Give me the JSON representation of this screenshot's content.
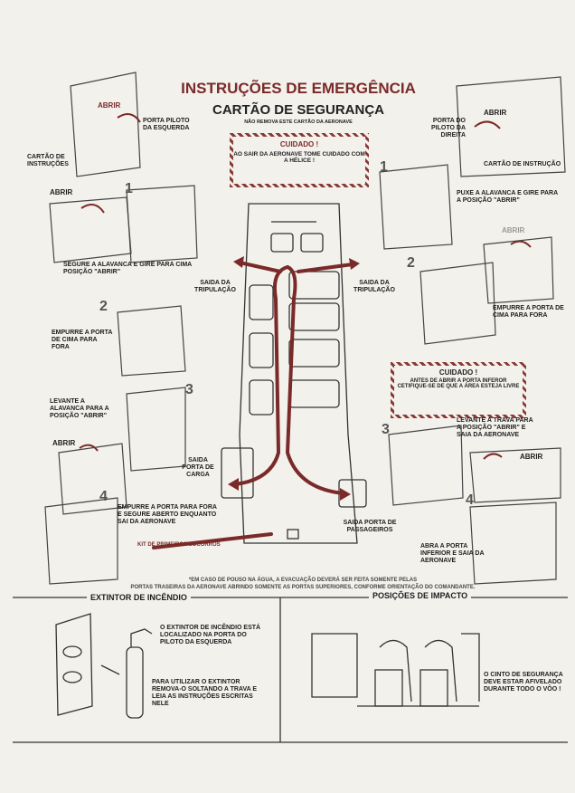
{
  "title": "INSTRUÇÕES DE EMERGÊNCIA",
  "subtitle": "CARTÃO DE SEGURANÇA",
  "note_top": "NÃO REMOVA ESTE CARTÃO DA AERONAVE",
  "caution1": {
    "title": "CUIDADO !",
    "text": "AO SAIR DA AERONAVE TOME CUIDADO COM A HÉLICE !"
  },
  "caution2": {
    "title": "CUIDADO !",
    "text": "ANTES DE ABRIR A PORTA INFEROR CETIFIQUE-SE DE QUE A ÁREA ESTEJA LIVRE"
  },
  "left": {
    "abrir1": "ABRIR",
    "porta_piloto": "PORTA PILOTO DA ESQUERDA",
    "cartao": "CARTÃO DE INSTRUÇÕES",
    "abrir2": "ABRIR",
    "step1": "SEGURE A ALAVANCA E GIRE PARA CIMA POSIÇÃO \"ABRIR\"",
    "step2": "EMPURRE A PORTA DE CIMA PARA FORA",
    "step3": "LEVANTE A ALAVANCA PARA A POSIÇÃO \"ABRIR\"",
    "abrir3": "ABRIR",
    "step4": "EMPURRE A PORTA PARA FORA E SEGURE ABERTO ENQUANTO SAI DA AERONAVE"
  },
  "right": {
    "abrir1": "ABRIR",
    "porta_piloto": "PORTA DO PILOTO DA DIREITA",
    "cartao": "CARTÃO DE INSTRUÇÃO",
    "step1": "PUXE A ALAVANCA E GIRE PARA A POSIÇÃO \"ABRIR\"",
    "abrir2": "ABRIR",
    "step2": "EMPURRE A PORTA DE CIMA PARA FORA",
    "step3": "LEVANTE A TRAVA PARA A POSIÇÃO \"ABRIR\" E SAIA DA AERONAVE",
    "abrir3": "ABRIR",
    "step4": "ABRA A PORTA INFERIOR E SAIA DA AERONAVE"
  },
  "numbers": [
    "1",
    "2",
    "3",
    "4"
  ],
  "plane": {
    "saida_trip_l": "SAIDA DA TRIPULAÇÃO",
    "saida_trip_r": "SAIDA DA TRIPULAÇÃO",
    "saida_carga": "SAIDA PORTA DE CARGA",
    "saida_pass": "SAIDA PORTA DE PASSAGEIROS",
    "kit": "KIT DE PRIMEIROS SOCORROS"
  },
  "footnote1": "*EM CASO DE POUSO NA ÁGUA, A EVACUAÇÃO DEVERÁ SER FEITA SOMENTE PELAS",
  "footnote2": "PORTAS TRASEIRAS DA AERONAVE ABRINDO SOMENTE AS PORTAS SUPERIORES, CONFORME ORIENTAÇÃO DO COMANDANTE.",
  "extintor": {
    "header": "EXTINTOR DE INCÊNDIO",
    "text1": "O EXTINTOR DE INCÊNDIO ESTÁ LOCALIZADO NA PORTA DO PILOTO DA ESQUERDA",
    "text2": "PARA UTILIZAR O EXTINTOR REMOVA-O SOLTANDO A TRAVA E LEIA AS INSTRUÇÕES ESCRITAS NELE"
  },
  "impacto": {
    "header": "POSIÇÕES DE IMPACTO",
    "text": "O CINTO DE SEGURANÇA DEVE ESTAR AFIVELADO DURANTE TODO O VÔO !"
  },
  "colors": {
    "accent": "#7a2a28",
    "ink": "#1e1e1e",
    "paper": "#f3f1ec"
  }
}
